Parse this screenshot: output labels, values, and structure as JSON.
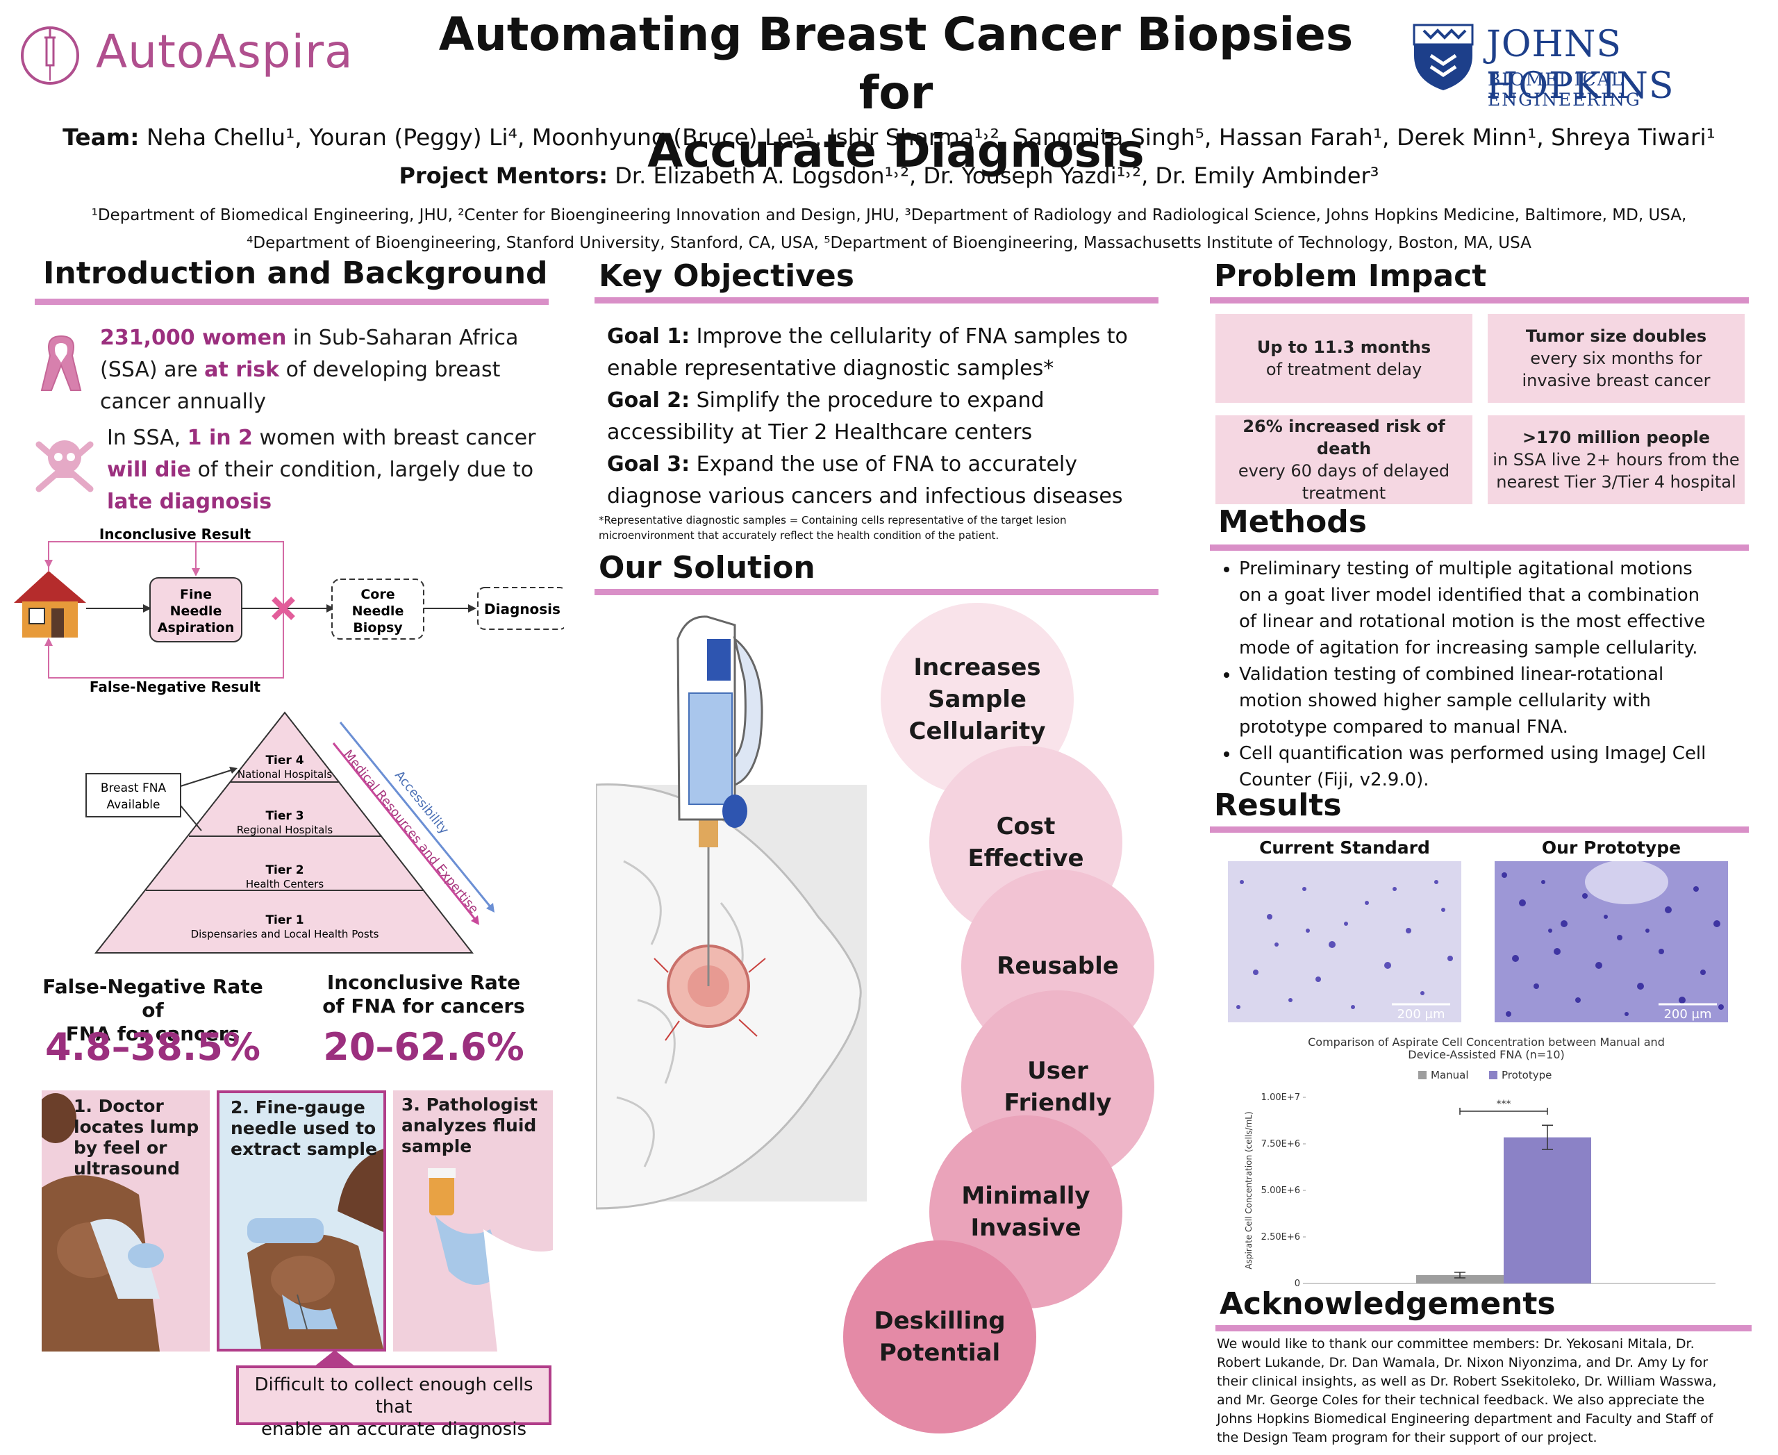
{
  "header": {
    "logo_text": "AutoAspira",
    "title_line1": "Automating Breast Cancer Biopsies for",
    "title_line2": "Accurate Diagnosis",
    "jhu_name": "JOHNS HOPKINS",
    "jhu_dept": "BIOMEDICAL ENGINEERING",
    "team_label": "Team:",
    "team_members": "Neha Chellu¹, Youran (Peggy) Li⁴, Moonhyung (Bruce) Lee¹, Ishir Sharma¹˒², Sangmita Singh⁵, Hassan Farah¹, Derek Minn¹, Shreya Tiwari¹",
    "mentors_label": "Project Mentors:",
    "mentors": "Dr. Elizabeth A. Logsdon¹˒², Dr. Youseph Yazdi¹˒², Dr. Emily Ambinder³",
    "affil_line1": "¹Department of Biomedical Engineering, JHU, ²Center for Bioengineering Innovation and Design, JHU, ³Department of Radiology and Radiological Science, Johns Hopkins Medicine, Baltimore, MD, USA,",
    "affil_line2": "⁴Department of Bioengineering, Stanford University, Stanford, CA, USA, ⁵Department of Bioengineering, Massachusetts Institute of Technology, Boston, MA, USA"
  },
  "intro": {
    "title": "Introduction and Background",
    "stat1_highlight": "231,000 women",
    "stat1_a": " in Sub-Saharan Africa",
    "stat1_b": "(SSA) are ",
    "stat1_risk": "at risk",
    "stat1_c": " of developing breast",
    "stat1_d": "cancer annually",
    "stat2_a": "In SSA, ",
    "stat2_ratio": "1 in 2",
    "stat2_b": " women with breast cancer",
    "stat2_die": "will die",
    "stat2_c": " of their condition, largely due to",
    "stat2_late": "late diagnosis",
    "flow": {
      "inconclusive": "Inconclusive Result",
      "false_negative": "False-Negative Result",
      "fna_line1": "Fine",
      "fna_line2": "Needle",
      "fna_line3": "Aspiration",
      "core_line1": "Core",
      "core_line2": "Needle",
      "core_line3": "Biopsy",
      "diagnosis": "Diagnosis"
    },
    "pyramid": {
      "fna_available_1": "Breast FNA",
      "fna_available_2": "Available",
      "tiers": [
        {
          "name": "Tier 4",
          "desc": "National Hospitals"
        },
        {
          "name": "Tier 3",
          "desc": "Regional Hospitals"
        },
        {
          "name": "Tier 2",
          "desc": "Health Centers"
        },
        {
          "name": "Tier 1",
          "desc": "Dispensaries and Local Health Posts"
        }
      ],
      "accessibility": "Accessibility",
      "resources": "Medical Resources and Expertise"
    },
    "rates": {
      "fn_label1": "False-Negative Rate of",
      "fn_label2": "FNA for cancers",
      "fn_value": "4.8–38.5%",
      "inc_label1": "Inconclusive Rate",
      "inc_label2": "of FNA for cancers",
      "inc_value": "20–62.6%"
    },
    "steps": [
      {
        "l1": "1. Doctor",
        "l2": "locates lump",
        "l3": "by feel or",
        "l4": "ultrasound"
      },
      {
        "l1": "2. Fine-gauge",
        "l2": "needle used to",
        "l3": "extract sample",
        "l4": ""
      },
      {
        "l1": "3. Pathologist",
        "l2": "analyzes fluid",
        "l3": "sample",
        "l4": ""
      }
    ],
    "callout1": "Difficult to collect enough cells that",
    "callout2": "enable an accurate diagnosis"
  },
  "objectives": {
    "title": "Key Objectives",
    "goal1_label": "Goal 1:",
    "goal1_a": " Improve the cellularity of FNA samples to",
    "goal1_b": "enable representative diagnostic samples*",
    "goal2_label": "Goal 2:",
    "goal2_a": " Simplify the procedure to expand",
    "goal2_b": "accessibility at Tier 2 Healthcare centers",
    "goal3_label": "Goal 3:",
    "goal3_a": " Expand the use of FNA to accurately",
    "goal3_b": "diagnose various cancers and infectious diseases",
    "footnote1": "*Representative diagnostic samples = Containing cells representative of the target lesion",
    "footnote2": "microenvironment that accurately reflect the health condition of the patient."
  },
  "solution": {
    "title": "Our Solution",
    "bubbles": [
      {
        "l1": "Increases",
        "l2": "Sample",
        "l3": "Cellularity",
        "color": "#f9e3ea"
      },
      {
        "l1": "Cost",
        "l2": "Effective",
        "l3": "",
        "color": "#f5d3df"
      },
      {
        "l1": "Reusable",
        "l2": "",
        "l3": "",
        "color": "#f2c3d3"
      },
      {
        "l1": "User",
        "l2": "Friendly",
        "l3": "",
        "color": "#eeb5c8"
      },
      {
        "l1": "Minimally",
        "l2": "Invasive",
        "l3": "",
        "color": "#eaa3ba"
      },
      {
        "l1": "Deskilling",
        "l2": "Potential",
        "l3": "",
        "color": "#e48aa6"
      }
    ]
  },
  "impact": {
    "title": "Problem Impact",
    "boxes": [
      {
        "bold": "Up to 11.3 months",
        "rest1": "of treatment delay",
        "rest2": ""
      },
      {
        "bold": "Tumor size doubles",
        "rest1": "every six months for",
        "rest2": "invasive breast cancer"
      },
      {
        "bold": "26% increased risk of death",
        "rest1": "every 60 days of delayed",
        "rest2": "treatment"
      },
      {
        "bold": ">170 million people",
        "rest1": "in SSA live 2+ hours from the",
        "rest2": "nearest Tier 3/Tier 4 hospital"
      }
    ]
  },
  "methods": {
    "title": "Methods",
    "bullets": [
      "Preliminary testing of multiple agitational motions on a goat liver model identified that a combination of linear and rotational motion is the most effective mode of agitation for increasing sample cellularity.",
      "Validation testing of combined linear-rotational motion showed higher sample cellularity with prototype compared to manual FNA.",
      "Cell quantification was performed using ImageJ Cell Counter (Fiji, v2.9.0)."
    ]
  },
  "results": {
    "title": "Results",
    "img1_label": "Current Standard",
    "img2_label": "Our Prototype",
    "scale_bar": "200 µm",
    "chart_title1": "Comparison of Aspirate Cell Concentration between Manual and",
    "chart_title2": "Device-Assisted FNA (n=10)",
    "significance": "***"
  },
  "chart_data": {
    "type": "bar",
    "title": "Comparison of Aspirate Cell Concentration between Manual and Device-Assisted FNA (n=10)",
    "xlabel": "",
    "ylabel": "Aspirate Cell Concentration (cells/mL)",
    "series": [
      {
        "name": "Manual",
        "values": [
          450000
        ],
        "error": [
          150000
        ],
        "color": "#9e9e9e"
      },
      {
        "name": "Prototype",
        "values": [
          7850000
        ],
        "error": [
          650000
        ],
        "color": "#8b82c6"
      }
    ],
    "yticks": [
      "0",
      "2.50E+6",
      "5.00E+6",
      "7.50E+6",
      "1.00E+7"
    ],
    "ylim": [
      0,
      10000000
    ],
    "legend": "top"
  },
  "acknowledgements": {
    "title": "Acknowledgements",
    "line1": "We would like to thank our committee members: Dr. Yekosani Mitala, Dr.",
    "line2": "Robert Lukande, Dr. Dan Wamala, Dr. Nixon Niyonzima, and Dr. Amy Ly for",
    "line3": "their clinical insights, as well as Dr. Robert Ssekitoleko, Dr. William Wasswa,",
    "line4": "and Mr. George Coles for their technical feedback. We also appreciate the",
    "line5": "Johns Hopkins Biomedical Engineering department and Faculty and Staff of",
    "line6": "the Design Team program for their support of our project."
  }
}
